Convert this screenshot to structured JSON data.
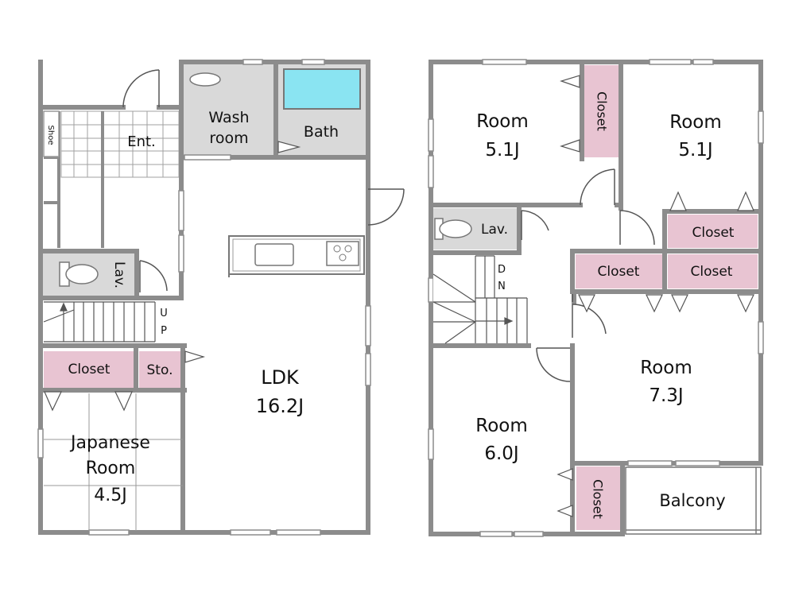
{
  "colors": {
    "wall": "#8c8c8c",
    "closet": "#e8c4d2",
    "wet_area": "#d9d9d9",
    "bathtub": "#8ae4f2",
    "floor": "#ffffff"
  },
  "floor1": {
    "shoe": "Shoe",
    "entrance": "Ent.",
    "wash_room_line1": "Wash",
    "wash_room_line2": "room",
    "bath": "Bath",
    "lavatory": "Lav.",
    "stairs_up_1": "U",
    "stairs_up_2": "P",
    "closet": "Closet",
    "storage": "Sto.",
    "ldk_name": "LDK",
    "ldk_size": "16.2J",
    "japanese_line1": "Japanese",
    "japanese_line2": "Room",
    "japanese_size": "4.5J"
  },
  "floor2": {
    "room_nw_name": "Room",
    "room_nw_size": "5.1J",
    "closet_vertical_top": "Closet",
    "room_ne_name": "Room",
    "room_ne_size": "5.1J",
    "lavatory": "Lav.",
    "closet_east": "Closet",
    "closet_mid_left": "Closet",
    "closet_mid_right": "Closet",
    "stairs_down_1": "D",
    "stairs_down_2": "N",
    "room_se_name": "Room",
    "room_se_size": "7.3J",
    "room_sw_name": "Room",
    "room_sw_size": "6.0J",
    "closet_vertical_bottom": "Closet",
    "balcony": "Balcony"
  }
}
